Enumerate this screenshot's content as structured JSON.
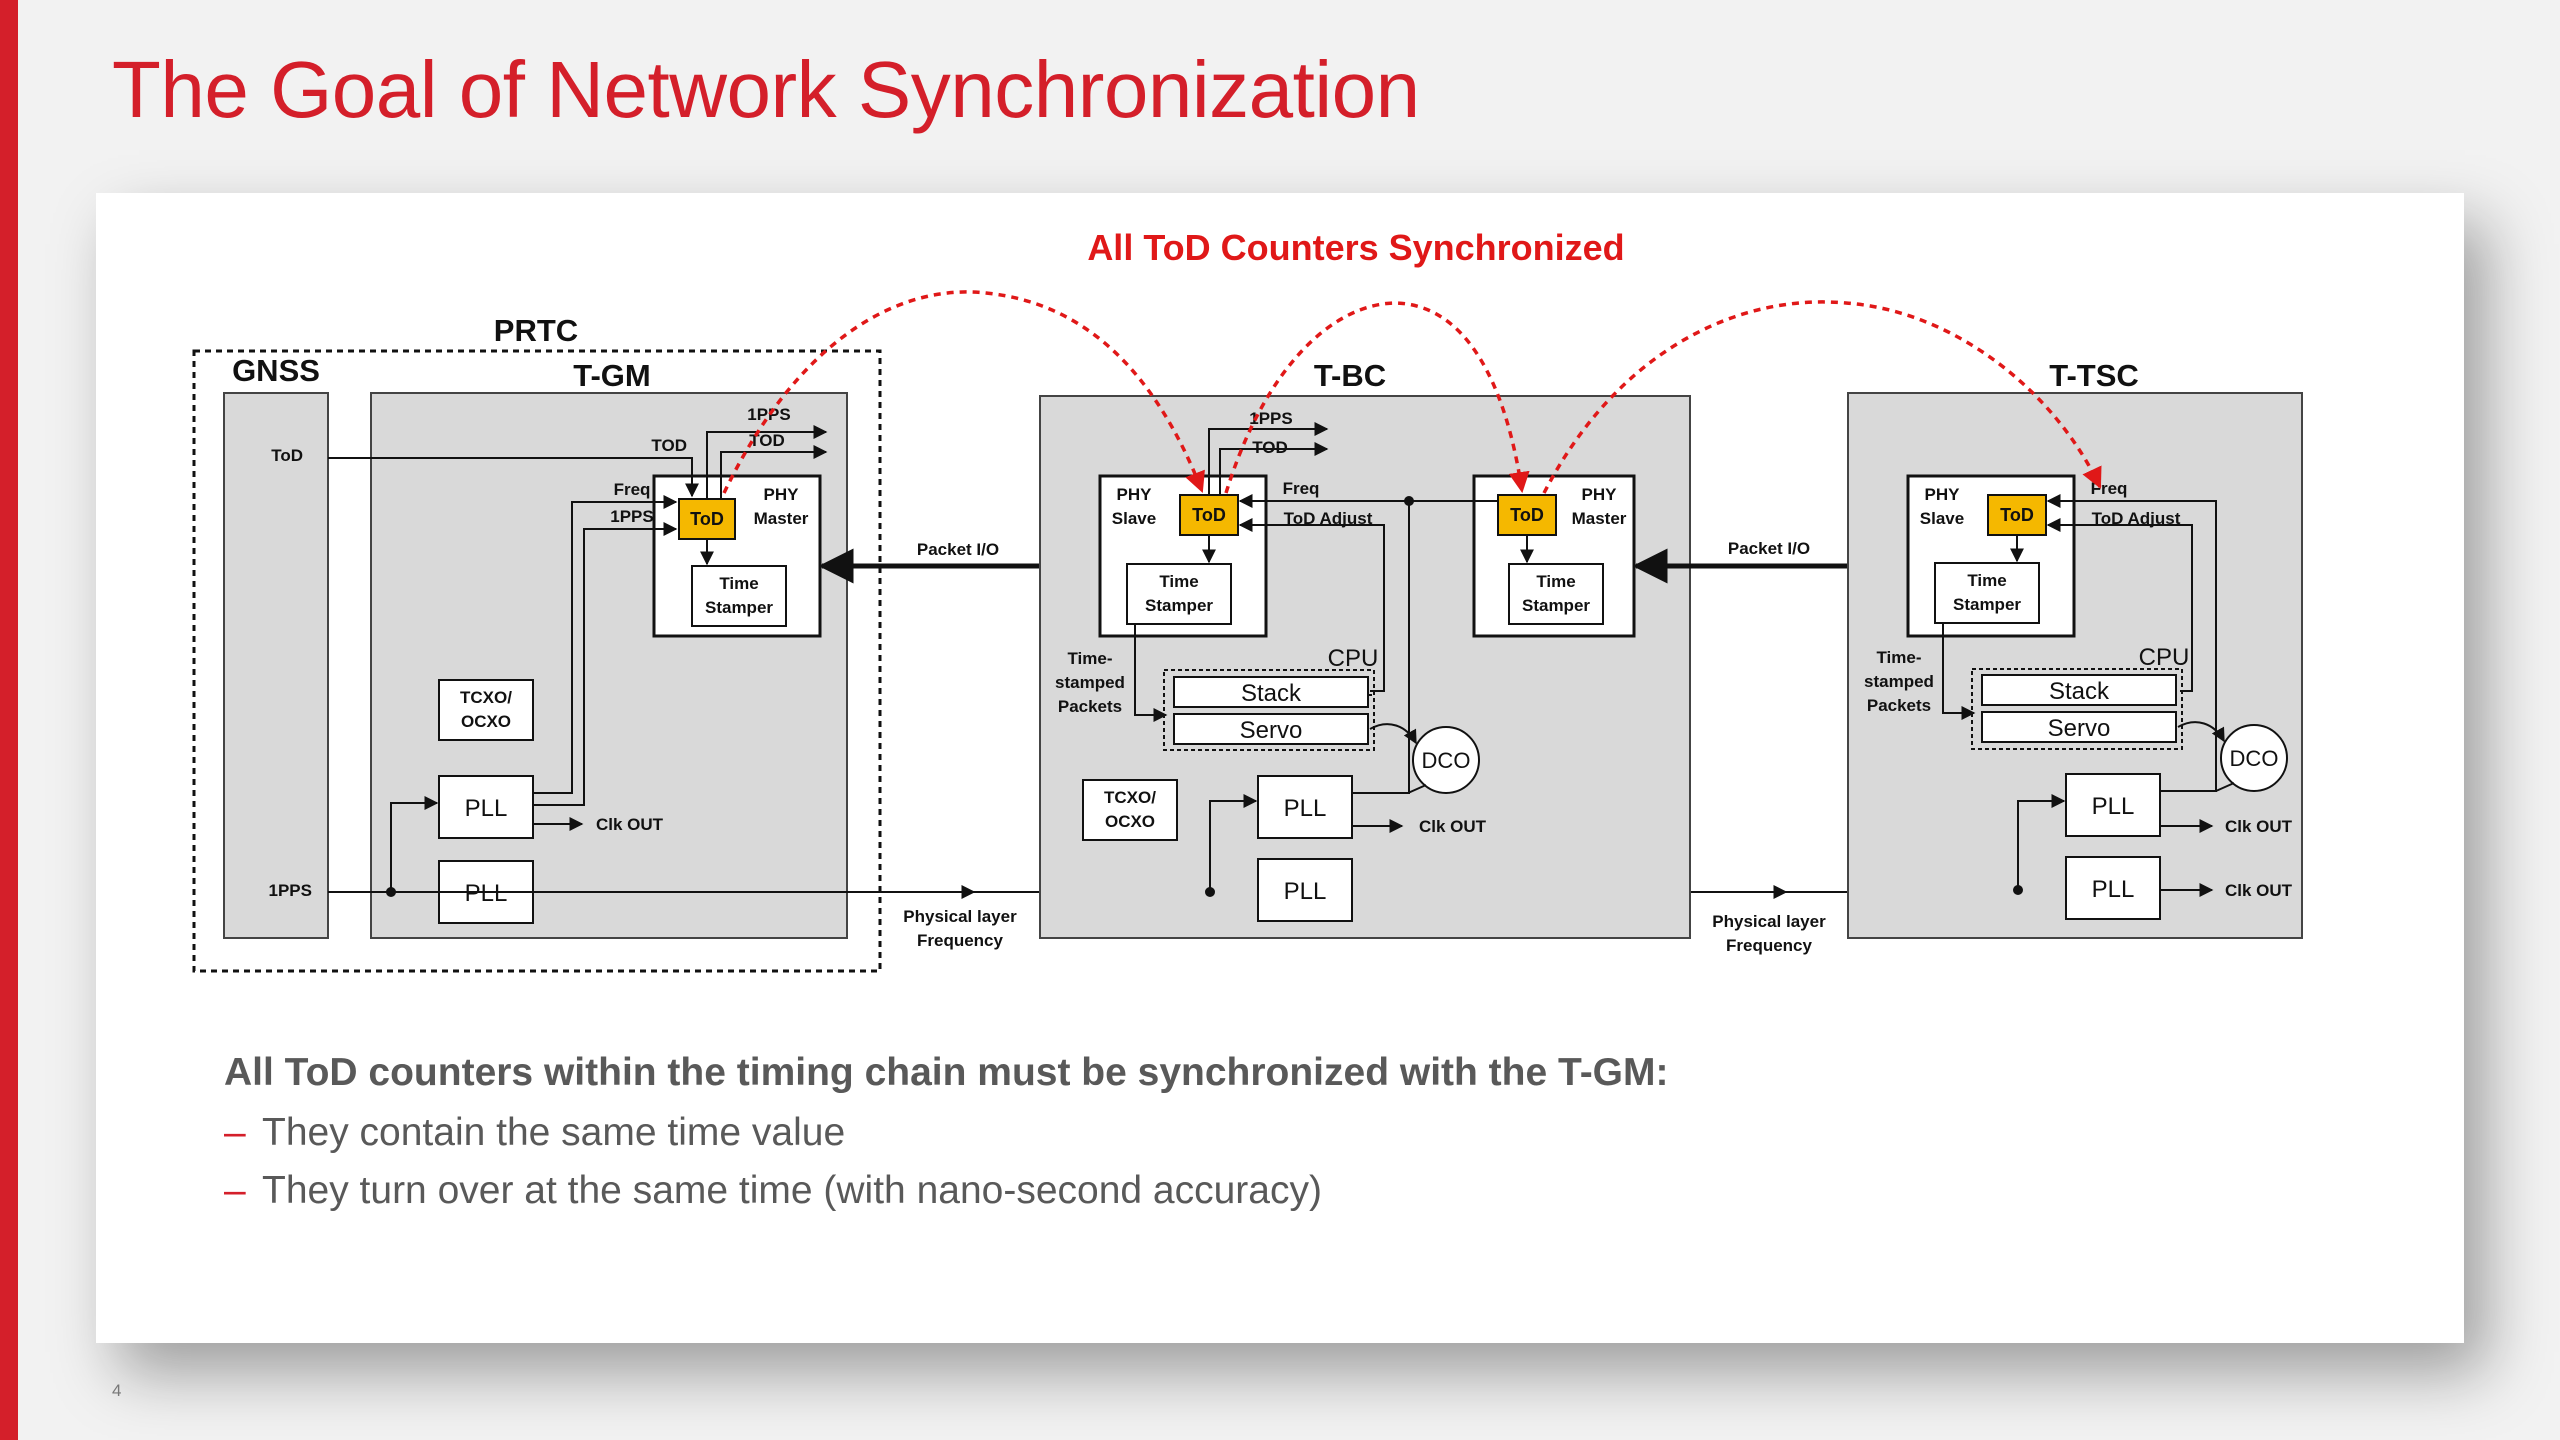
{
  "slide": {
    "title": "The Goal of Network Synchronization",
    "page_number": "4"
  },
  "colors": {
    "accent": "#d41f2a",
    "title_text": "#d41f2a",
    "tod_block": "#f5b800",
    "node_fill": "#d9d9d9",
    "body_text": "#595959"
  },
  "diagram": {
    "banner": "All ToD Counters Synchronized",
    "prtc_label": "PRTC",
    "gnss": {
      "label": "GNSS",
      "tod": "ToD",
      "pps": "1PPS"
    },
    "tgm": {
      "label": "T-GM",
      "pps_out": "1PPS",
      "tod_out": "TOD",
      "tod_in": "TOD",
      "freq": "Freq",
      "pps_in": "1PPS",
      "tod": "ToD",
      "phy_line1": "PHY",
      "phy_line2": "Master",
      "ts_line1": "Time",
      "ts_line2": "Stamper",
      "osc_line1": "TCXO/",
      "osc_line2": "OCXO",
      "pll1": "PLL",
      "pll2": "PLL",
      "clk_out": "Clk OUT"
    },
    "link1": {
      "packet_io": "Packet I/O",
      "phys_line1": "Physical layer",
      "phys_line2": "Frequency"
    },
    "tbc": {
      "label": "T-BC",
      "pps_out": "1PPS",
      "tod_out": "TOD",
      "slave_line1": "PHY",
      "slave_line2": "Slave",
      "tod_a": "ToD",
      "freq": "Freq",
      "tod_adjust": "ToD Adjust",
      "ts_a_line1": "Time",
      "ts_a_line2": "Stamper",
      "tod_b": "ToD",
      "master_line1": "PHY",
      "master_line2": "Master",
      "ts_b_line1": "Time",
      "ts_b_line2": "Stamper",
      "tsp_line1": "Time-",
      "tsp_line2": "stamped",
      "tsp_line3": "Packets",
      "cpu": "CPU",
      "stack": "Stack",
      "servo": "Servo",
      "dco": "DCO",
      "osc_line1": "TCXO/",
      "osc_line2": "OCXO",
      "pll1": "PLL",
      "pll2": "PLL",
      "clk_out": "Clk OUT"
    },
    "link2": {
      "packet_io": "Packet I/O",
      "phys_line1": "Physical layer",
      "phys_line2": "Frequency"
    },
    "ttsc": {
      "label": "T-TSC",
      "slave_line1": "PHY",
      "slave_line2": "Slave",
      "tod": "ToD",
      "freq": "Freq",
      "tod_adjust": "ToD Adjust",
      "ts_line1": "Time",
      "ts_line2": "Stamper",
      "tsp_line1": "Time-",
      "tsp_line2": "stamped",
      "tsp_line3": "Packets",
      "cpu": "CPU",
      "stack": "Stack",
      "servo": "Servo",
      "dco": "DCO",
      "pll1": "PLL",
      "pll2": "PLL",
      "clk_out1": "Clk OUT",
      "clk_out2": "Clk OUT"
    }
  },
  "bullets": {
    "heading": "All ToD counters within the timing chain must be synchronized with the T-GM:",
    "items": [
      "They contain the same time value",
      "They turn over at the same time (with nano-second accuracy)"
    ]
  }
}
